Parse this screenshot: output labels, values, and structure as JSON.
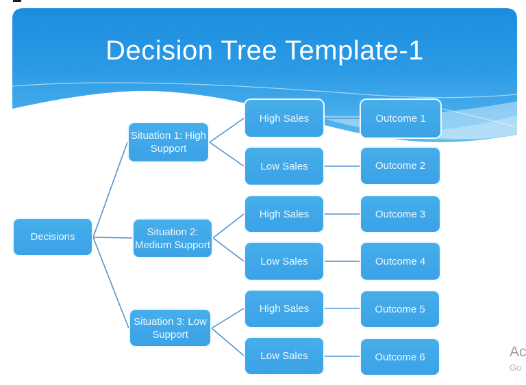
{
  "title": "Decision Tree Template-1",
  "tree": {
    "root": {
      "label": "Decisions"
    },
    "situations": [
      {
        "label": "Situation 1: High\nSupport"
      },
      {
        "label": "Situation 2:\nMedium Support"
      },
      {
        "label": "Situation 3: Low\nSupport"
      }
    ],
    "sales": [
      {
        "label": "High Sales"
      },
      {
        "label": "Low Sales"
      },
      {
        "label": "High Sales"
      },
      {
        "label": "Low Sales"
      },
      {
        "label": "High Sales"
      },
      {
        "label": "Low Sales"
      }
    ],
    "outcomes": [
      {
        "label": "Outcome 1"
      },
      {
        "label": "Outcome 2"
      },
      {
        "label": "Outcome 3"
      },
      {
        "label": "Outcome 4"
      },
      {
        "label": "Outcome 5"
      },
      {
        "label": "Outcome 6"
      }
    ]
  },
  "watermark": {
    "line1": "Ac",
    "line2": "Go"
  },
  "colors": {
    "header_gradient_top": "#1c8cde",
    "header_gradient_bottom": "#5abaf0",
    "node_fill": "#3fa8e9",
    "node_border": "#ffffff",
    "node_text": "#eef7fd",
    "connector": "#5292cd",
    "watermark_text": "#9e9e9e"
  }
}
